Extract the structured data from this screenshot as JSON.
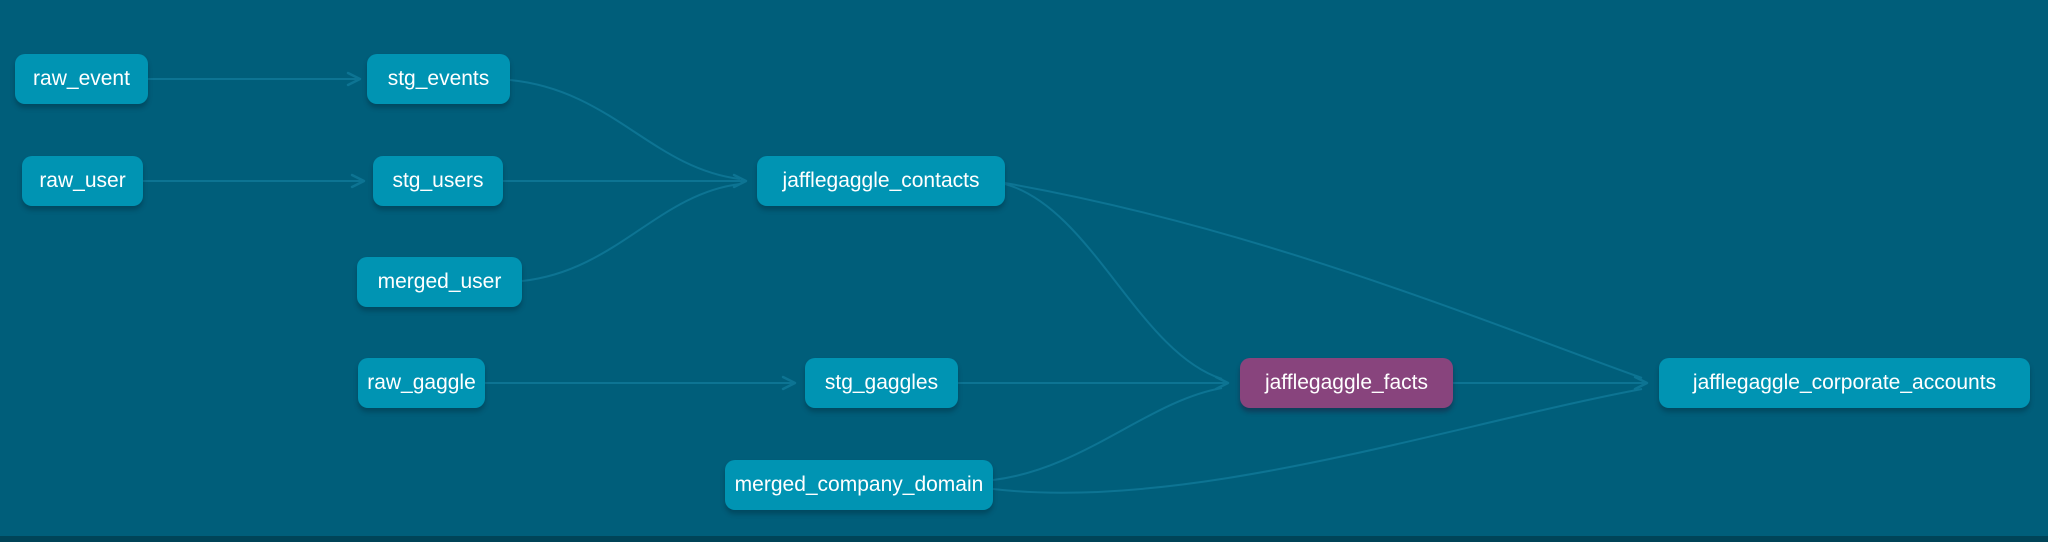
{
  "app": {
    "view": "lineage-graph"
  },
  "colors": {
    "background": "#005e7a",
    "node_fill": "#0094b3",
    "node_selected_fill": "#88447d",
    "node_text": "#ffffff",
    "edge": "#0d7493",
    "bottom_bar": "#004458"
  },
  "graph": {
    "nodes": [
      {
        "id": "raw_event",
        "label": "raw_event",
        "state": "default"
      },
      {
        "id": "stg_events",
        "label": "stg_events",
        "state": "default"
      },
      {
        "id": "raw_user",
        "label": "raw_user",
        "state": "default"
      },
      {
        "id": "stg_users",
        "label": "stg_users",
        "state": "default"
      },
      {
        "id": "jafflegaggle_contacts",
        "label": "jafflegaggle_contacts",
        "state": "default"
      },
      {
        "id": "merged_user",
        "label": "merged_user",
        "state": "default"
      },
      {
        "id": "raw_gaggle",
        "label": "raw_gaggle",
        "state": "default"
      },
      {
        "id": "stg_gaggles",
        "label": "stg_gaggles",
        "state": "default"
      },
      {
        "id": "jafflegaggle_facts",
        "label": "jafflegaggle_facts",
        "state": "selected"
      },
      {
        "id": "jafflegaggle_corporate_accounts",
        "label": "jafflegaggle_corporate_accounts",
        "state": "default"
      },
      {
        "id": "merged_company_domain",
        "label": "merged_company_domain",
        "state": "default"
      }
    ],
    "edges": [
      {
        "from": "raw_event",
        "to": "stg_events"
      },
      {
        "from": "raw_user",
        "to": "stg_users"
      },
      {
        "from": "stg_events",
        "to": "jafflegaggle_contacts"
      },
      {
        "from": "stg_users",
        "to": "jafflegaggle_contacts"
      },
      {
        "from": "merged_user",
        "to": "jafflegaggle_contacts"
      },
      {
        "from": "raw_gaggle",
        "to": "stg_gaggles"
      },
      {
        "from": "stg_gaggles",
        "to": "jafflegaggle_facts"
      },
      {
        "from": "jafflegaggle_contacts",
        "to": "jafflegaggle_facts"
      },
      {
        "from": "merged_company_domain",
        "to": "jafflegaggle_facts"
      },
      {
        "from": "jafflegaggle_contacts",
        "to": "jafflegaggle_corporate_accounts"
      },
      {
        "from": "jafflegaggle_facts",
        "to": "jafflegaggle_corporate_accounts"
      },
      {
        "from": "merged_company_domain",
        "to": "jafflegaggle_corporate_accounts"
      }
    ]
  }
}
